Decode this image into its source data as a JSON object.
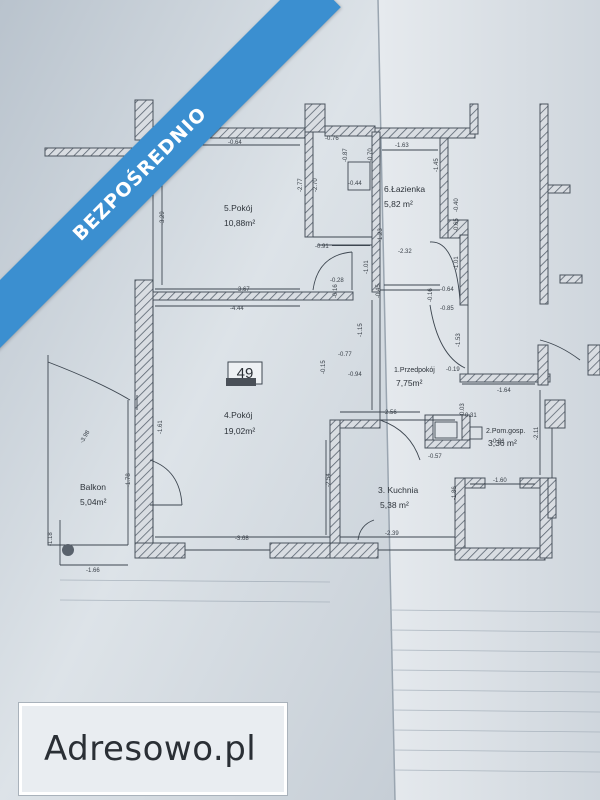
{
  "ribbon": {
    "label": "BEZPOŚREDNIO",
    "color": "#3b8fd0"
  },
  "watermark": {
    "label": "Adresowo.pl"
  },
  "plan": {
    "apartment_number": "49",
    "rooms": [
      {
        "name": "5.Pokój",
        "area": "10,88m²"
      },
      {
        "name": "6.Łazienka",
        "area": "5,82 m²"
      },
      {
        "name": "4.Pokój",
        "area": "19,02m²"
      },
      {
        "name": "1.Przedpokój",
        "area": "7,75m²"
      },
      {
        "name": "2.Pom.gosp.",
        "area": "3,36 m²"
      },
      {
        "name": "3. Kuchnia",
        "area": "5,38 m²"
      },
      {
        "name": "Balkon",
        "area": "5,04m²"
      }
    ],
    "dimensions": {
      "d_064_top": "-0.64",
      "d_076": "-0.76",
      "d_163": "-1.63",
      "d_087": "-0.87",
      "d_070": "-0.70",
      "d_044": "-0.44",
      "d_145": "-1.45",
      "d_277": "-2.77",
      "d_270": "-2.70",
      "d_329": "-3.29",
      "d_091": "-0.91",
      "d_123": "-1.23",
      "d_232": "-2.32",
      "d_028": "-0.28",
      "d_101a": "-1.01",
      "d_045": "-0.45",
      "d_367": "-3.67",
      "d_444": "-4.44",
      "d_016a": "-0.16",
      "d_016b": "-0.16",
      "d_064_mid": "-0.64",
      "d_085": "-0.85",
      "d_115": "-1.15",
      "d_015": "-0.15",
      "d_077": "-0.77",
      "d_094": "-0.94",
      "d_153": "-1.53",
      "d_019": "-0.19",
      "d_164": "-1.64",
      "d_161": "-1.61",
      "d_256": "-2.56",
      "d_003": "-0.03",
      "d_031a": "-0.31",
      "d_031b": "-0.31",
      "d_057": "-0.57",
      "d_211": "-2.11",
      "d_254": "-2.54",
      "d_178": "-1.78",
      "d_160": "-1.60",
      "d_186": "-1.86",
      "d_368": "-3.68",
      "d_239": "-2.39",
      "d_118": "-1.18",
      "d_166": "-1.66",
      "d_398": "-3.98",
      "d_040": "-0.40",
      "d_101b": "-1.01",
      "d_065": "-0.65"
    }
  }
}
